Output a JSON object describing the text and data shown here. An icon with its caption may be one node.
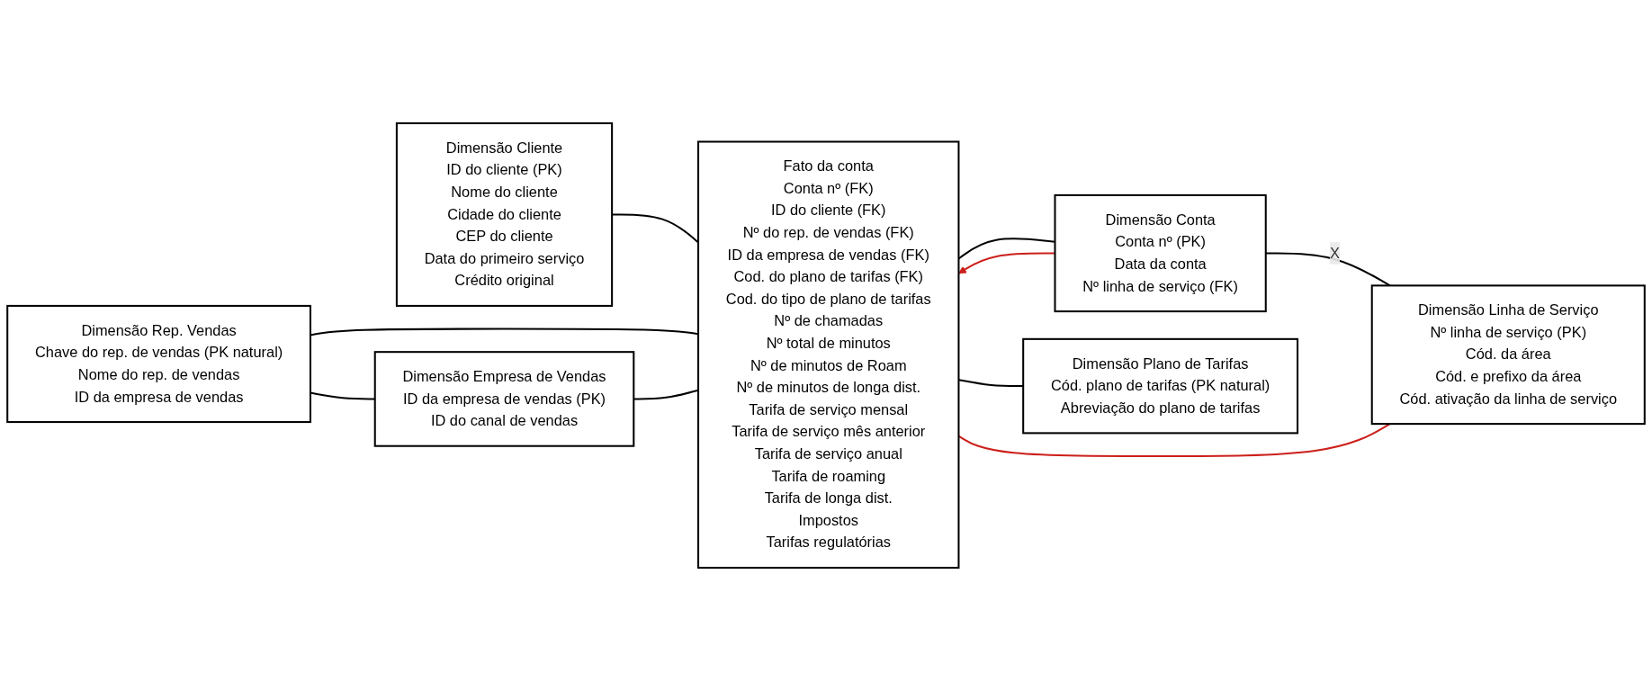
{
  "diagram": {
    "nodes": [
      {
        "text": [
          "Dimensão Cliente",
          "ID do cliente (PK)",
          "Nome do cliente",
          "Cidade do cliente",
          "CEP do cliente",
          "Data do primeiro serviço",
          "Crédito original"
        ]
      },
      {
        "text": [
          "Fato da conta",
          "Conta nº (FK)",
          "ID do cliente (FK)",
          "Nº do rep. de vendas (FK)",
          "ID da empresa de vendas (FK)",
          "Cod. do plano de tarifas (FK)",
          "Cod. do tipo de plano de tarifas",
          "Nº de chamadas",
          "Nº total de minutos",
          "Nº de minutos de Roam",
          "Nº de minutos de longa dist.",
          "Tarifa de serviço mensal",
          "Tarifa de serviço mês anterior",
          "Tarifa de serviço anual",
          "Tarifa de roaming",
          "Tarifa de longa dist.",
          "Impostos",
          "Tarifas regulatórias"
        ]
      },
      {
        "text": [
          "Dimensão Conta",
          "Conta nº (PK)",
          "Data da conta",
          "Nº linha de serviço (FK)"
        ]
      },
      {
        "text": [
          "Dimensão Linha de Serviço",
          "Nº linha de serviço (PK)",
          "Cód. da área",
          "Cód. e prefixo da área",
          "Cód. ativação da linha de serviço"
        ]
      },
      {
        "text": [
          "Dimensão Rep. Vendas",
          "Chave do rep. de vendas (PK natural)",
          "Nome do rep. de vendas",
          "ID da empresa de vendas"
        ]
      },
      {
        "text": [
          "Dimensão Empresa de Vendas",
          "ID da empresa de vendas (PK)",
          "ID do canal de vendas"
        ]
      },
      {
        "text": [
          "Dimensão Plano de Tarifas",
          "Cód. plano de tarifas (PK natural)",
          "Abreviação do plano de tarifas"
        ]
      }
    ],
    "edges": [
      {
        "from": 0,
        "to": 1,
        "arrow": "none"
      },
      {
        "from": 1,
        "to": 2,
        "arrow": "none"
      },
      {
        "from": 2,
        "to": 3,
        "arrow": "none",
        "label": "X"
      },
      {
        "from": 2,
        "to": 1,
        "arrow": "to",
        "color": "#cc1f1a"
      },
      {
        "from": 1,
        "to": 3,
        "arrow": "none",
        "color": "#cc1f1a"
      },
      {
        "from": 4,
        "to": 1,
        "arrow": "none"
      },
      {
        "from": 4,
        "to": 5,
        "arrow": "none"
      },
      {
        "from": 5,
        "to": 1,
        "arrow": "none"
      },
      {
        "from": 1,
        "to": 6,
        "arrow": "none"
      }
    ]
  }
}
